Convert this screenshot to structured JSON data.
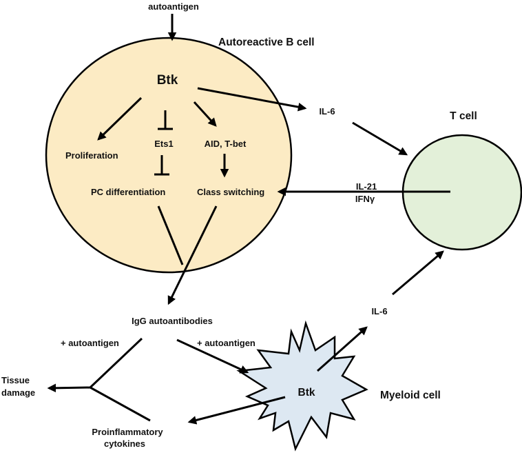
{
  "colors": {
    "b_cell_fill": "#fcebc4",
    "t_cell_fill": "#e3f0d9",
    "myeloid_fill": "#dde8f2",
    "stroke": "#000000"
  },
  "labels": {
    "autoantigen_top": "autoantigen",
    "b_cell_title": "Autoreactive B cell",
    "btk_b": "Btk",
    "il6_top": "IL-6",
    "t_cell_title": "T cell",
    "proliferation": "Proliferation",
    "ets1": "Ets1",
    "aid_tbet": "AID, T-bet",
    "pc_diff": "PC differentiation",
    "class_switch": "Class switching",
    "il21": "IL-21",
    "ifng": "IFNγ",
    "igg": "IgG autoantibodies",
    "il6_bottom": "IL-6",
    "autoantigen_left": "+ autoantigen",
    "autoantigen_right": "+ autoantigen",
    "tissue": "Tissue",
    "damage": "damage",
    "btk_m": "Btk",
    "myeloid_title": "Myeloid cell",
    "proinflammatory": "Proinflammatory",
    "cytokines": "cytokines"
  }
}
